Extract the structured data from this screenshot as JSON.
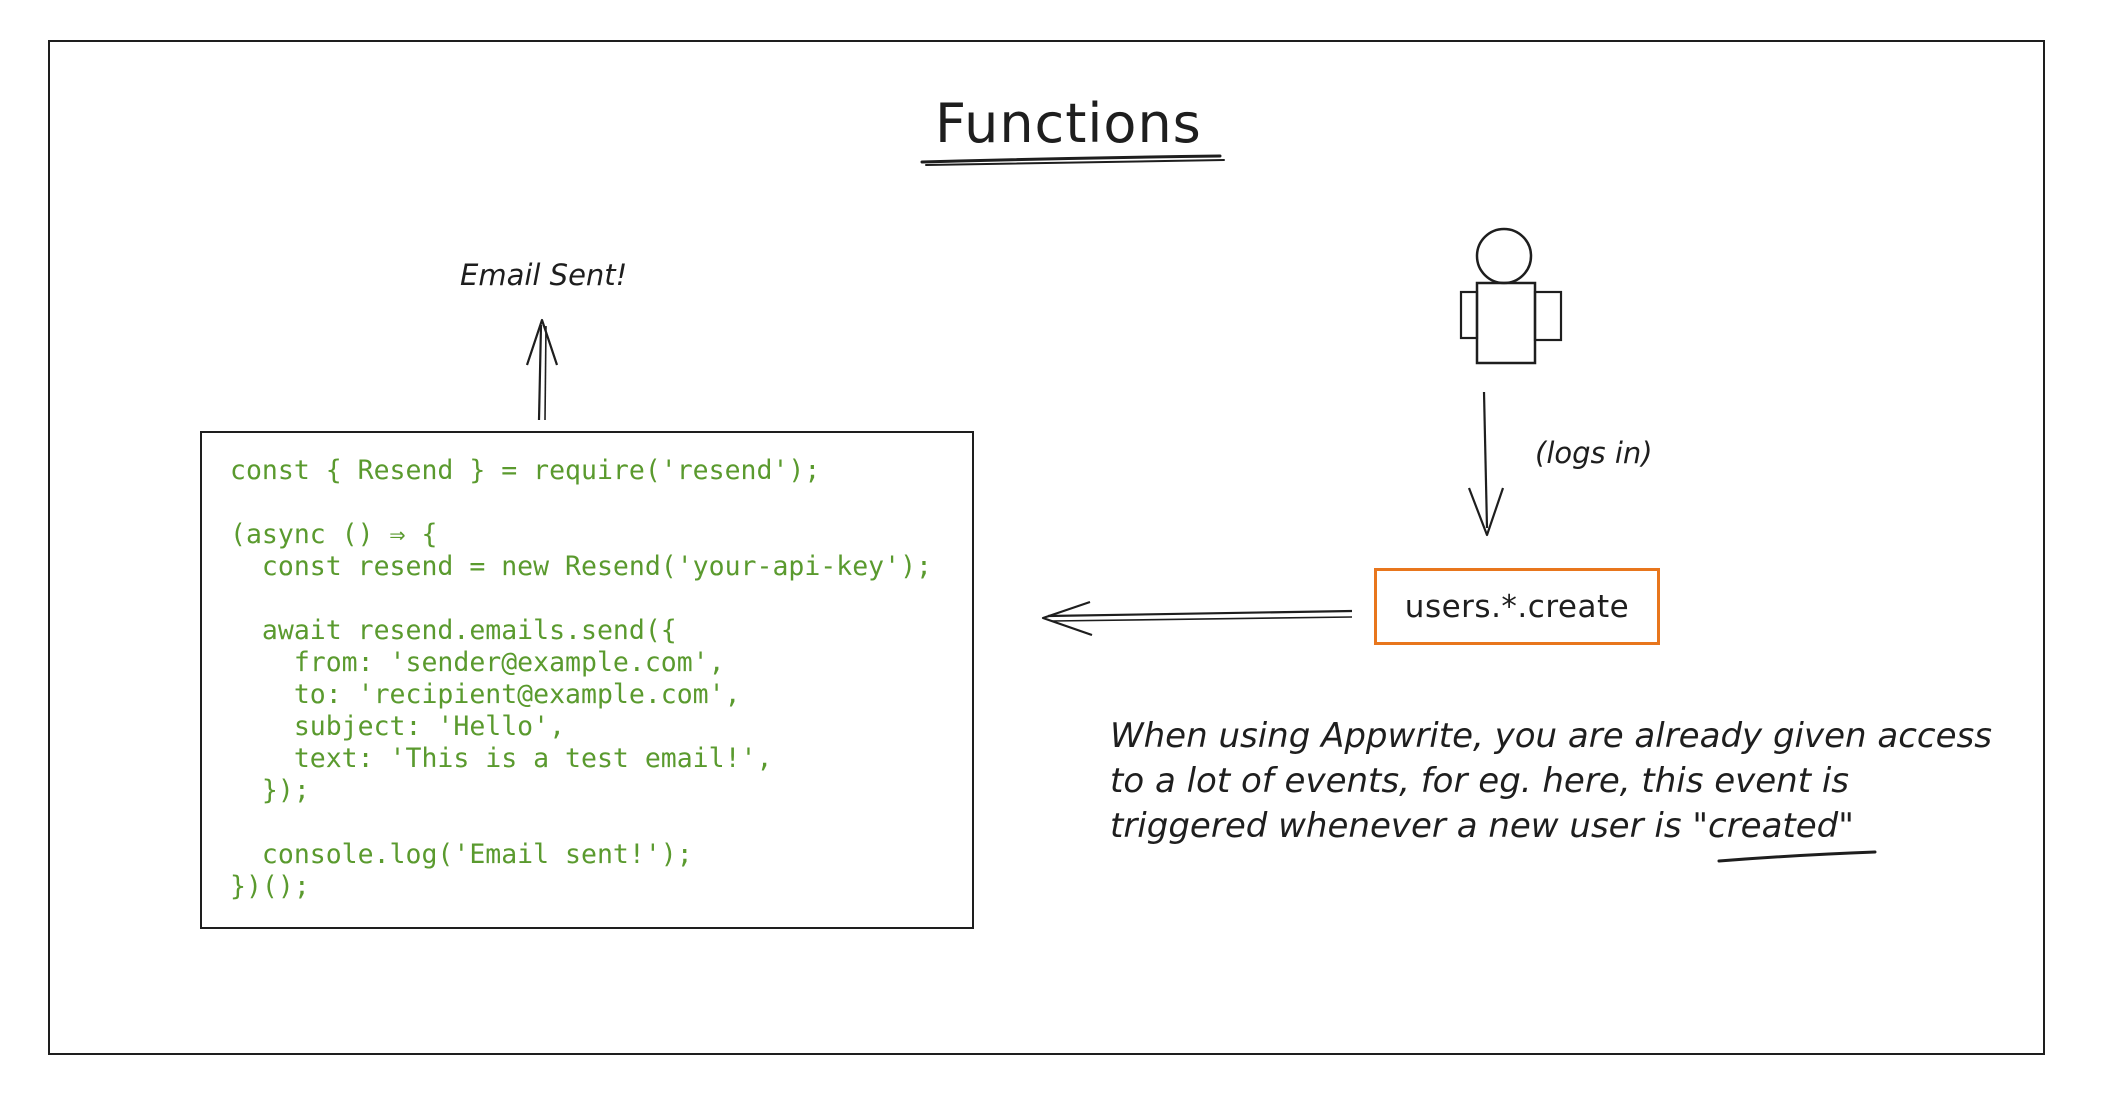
{
  "title": "Functions",
  "email_sent_label": "Email Sent!",
  "logs_in_label": "(logs in)",
  "event_label": "users.*.create",
  "code_lines": [
    "const { Resend } = require('resend');",
    "",
    "(async () ⇒ {",
    "  const resend = new Resend('your-api-key');",
    "",
    "  await resend.emails.send({",
    "    from: 'sender@example.com',",
    "    to: 'recipient@example.com',",
    "    subject: 'Hello',",
    "    text: 'This is a test email!',",
    "  });",
    "",
    "  console.log('Email sent!');",
    "})();"
  ],
  "note": {
    "before": "When using Appwrite, you are already given access to a lot of events, for eg. here, this event is triggered whenever a new user is ",
    "highlight": "\"created\""
  },
  "colors": {
    "ink": "#1e1e1e",
    "code": "#5a9a2e",
    "event_border": "#e8761d"
  }
}
